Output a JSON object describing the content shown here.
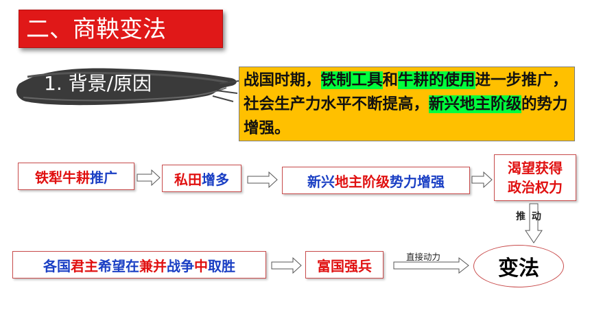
{
  "title": "二、商鞅变法",
  "section_label": "1. 背景/原因",
  "background_text": {
    "p1": "战国时期，",
    "h1": "铁制工具",
    "p2": "和",
    "h2": "牛耕的使用",
    "p3": "进一步推广，社会生产力水平不断提高，",
    "h3": "新兴地主阶级",
    "p4": "的势力增强。"
  },
  "flow": {
    "box1": {
      "red": "铁犁牛耕",
      "blue": "推广"
    },
    "box2": {
      "red": "私田",
      "blue": "增多"
    },
    "box3": {
      "blue1": "新兴",
      "red1": "地主阶级",
      "blue2": "势力增强"
    },
    "box4": {
      "line1": "渴望获得",
      "line2": "政治权力"
    },
    "push_label": "推 动",
    "box5": {
      "blue1": "各国",
      "red1": "君主",
      "blue2": "希望在",
      "red2": "兼并",
      "blue3": "战争",
      "red3": "中",
      "blue4": "取胜"
    },
    "box6": {
      "red": "富国强兵"
    },
    "direct_label": "直接动力",
    "oval": "变法"
  },
  "colors": {
    "title_bg": "#e01818",
    "highlight_box": "#ffc000",
    "highlight_text": "#00ff3c",
    "red_text": "#e01010",
    "blue_text": "#1a3fc4"
  }
}
